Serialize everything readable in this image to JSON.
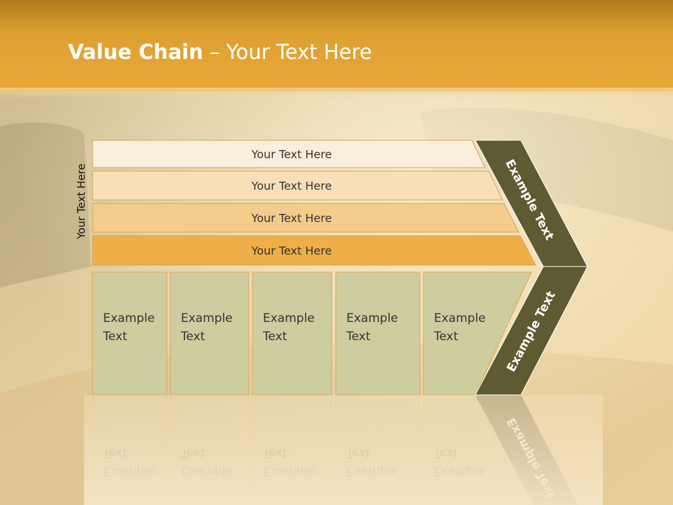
{
  "title": {
    "bold": "Value Chain",
    "rest": " – Your Text Here"
  },
  "side_label": "Your Text Here",
  "bars": [
    {
      "label": "Your Text Here",
      "color": "#FAEFDC"
    },
    {
      "label": "Your Text Here",
      "color": "#F7E0B8"
    },
    {
      "label": "Your Text Here",
      "color": "#F4CC8C"
    },
    {
      "label": "Your Text Here",
      "color": "#EEAE48"
    }
  ],
  "boxes": [
    {
      "line1": "Example",
      "line2": "Text"
    },
    {
      "line1": "Example",
      "line2": "Text"
    },
    {
      "line1": "Example",
      "line2": "Text"
    },
    {
      "line1": "Example",
      "line2": "Text"
    },
    {
      "line1": "Example",
      "line2": "Text"
    }
  ],
  "chevron": {
    "upper_text": "Example Text",
    "lower_text": "Example Text",
    "color": "#5E5A31"
  },
  "colors": {
    "header": "#E3A23A",
    "box_fill": "#CECDA0",
    "text_dark": "#333333"
  }
}
